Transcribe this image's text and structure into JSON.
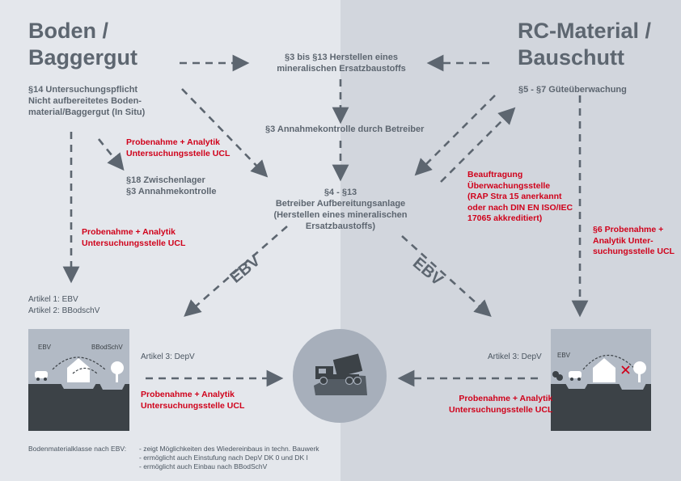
{
  "left_title": [
    "Boden /",
    "Baggergut"
  ],
  "right_title": [
    "RC-Material /",
    "Bauschutt"
  ],
  "center_top": "§3 bis §13 Herstellen eines mineralischen Ersatzbaustoffs",
  "s14": [
    "§14 Untersuchungspflicht",
    "Nicht aufbereitetes Boden-",
    "material/Baggergut (In Situ)"
  ],
  "s5": "§5 - §7 Güteüberwachung",
  "s3_annahme": "§3 Annahmekontrolle durch Betreiber",
  "probe_ucl": [
    "Probenahme + Analytik",
    "Untersuchungsstelle UCL"
  ],
  "s18": [
    "§18 Zwischenlager",
    "§3 Annahmekontrolle"
  ],
  "center_main": [
    "§4 - §13",
    "Betreiber Aufbereitungsanlage",
    "(Herstellen eines mineralischen",
    "Ersatzbaustoffs)"
  ],
  "beauftragung": [
    "Beauftragung",
    "Überwachungsstelle",
    "(RAP Stra 15 anerkannt",
    "oder nach DIN EN ISO/IEC",
    "17065 akkreditiert)"
  ],
  "s6": [
    "§6 Probenahme +",
    "Analytik Unter-",
    "suchungsstelle UCL"
  ],
  "ebv_label": "EBV",
  "artikel_left": [
    "Artikel 1: EBV",
    "Artikel 2: BBodschV"
  ],
  "artikel3": "Artikel 3: DepV",
  "panel_left_labels": [
    "EBV",
    "BBodSchV"
  ],
  "panel_right_label": "EBV",
  "footer": {
    "label": "Bodenmaterialklasse nach EBV:",
    "items": [
      "- zeigt Möglichkeiten des Wiedereinbaus in techn. Bauwerk",
      "- ermöglicht auch Einstufung nach DepV DK 0 und DK I",
      "- ermöglicht auch Einbau nach BBodSchV"
    ]
  },
  "colors": {
    "accent_red": "#d0021b",
    "text_gray": "#5d6670",
    "arrow_gray": "#5d6670"
  }
}
